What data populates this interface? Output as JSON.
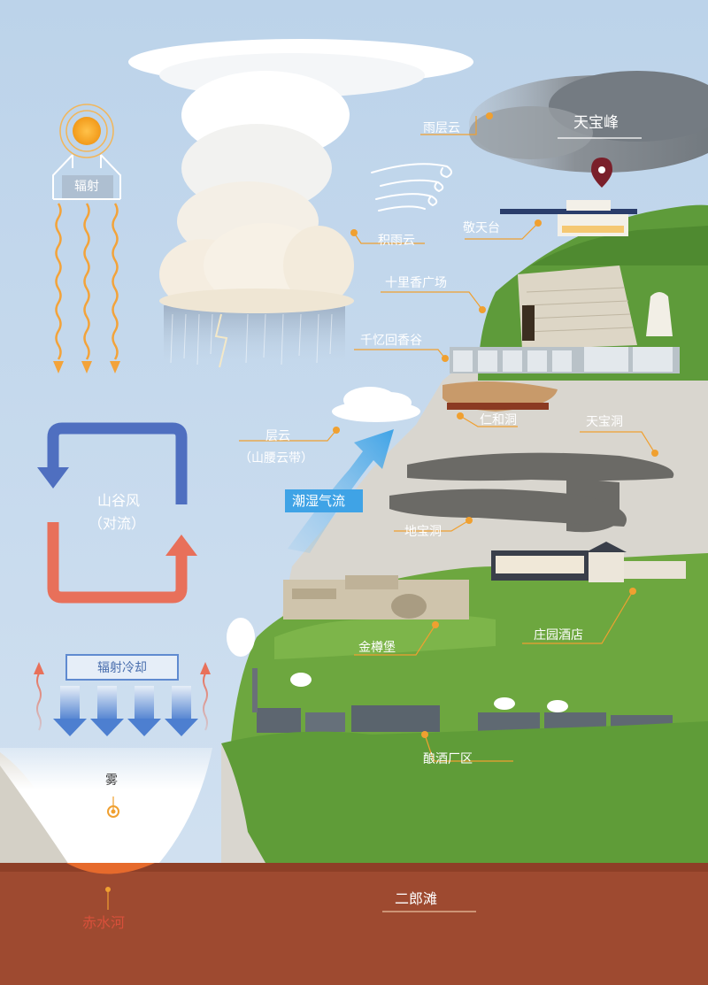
{
  "labels": {
    "radiation": "辐射",
    "valley_wind": "山谷风",
    "convection": "（对流）",
    "radiative_cooling": "辐射冷却",
    "fog": "雾",
    "chishui_river": "赤水河",
    "erlang_beach": "二郎滩",
    "cumulonimbus": "积雨云",
    "nimbostratus": "雨层云",
    "tianbao_peak": "天宝峰",
    "jingtian_terrace": "敬天台",
    "shilixiang_square": "十里香广场",
    "qianyi_valley": "千忆回香谷",
    "stratus": "层云",
    "mountain_cloud_belt": "（山腰云带）",
    "humid_airflow": "潮湿气流",
    "renhe_cave": "仁和洞",
    "tianbao_cave": "天宝洞",
    "dibao_cave": "地宝洞",
    "jinzun_castle": "金樽堡",
    "manor_hotel": "庄园酒店",
    "brewery_area": "酿酒厂区"
  },
  "colors": {
    "sky": "#c9dcee",
    "mountain_rock": "#d9d6cf",
    "forest": "#5e9b3a",
    "soil": "#9e4a30",
    "accent_orange": "#f0a030",
    "warm_arrow": "#e8705a",
    "cool_arrow": "#4f6fc0",
    "pin": "#7a1f2a"
  },
  "icons": [
    "sun-icon",
    "location-pin-icon",
    "radiation-wave-icon",
    "wind-cycle-arrows",
    "cooling-arrow-icon",
    "humid-airflow-arrow"
  ]
}
